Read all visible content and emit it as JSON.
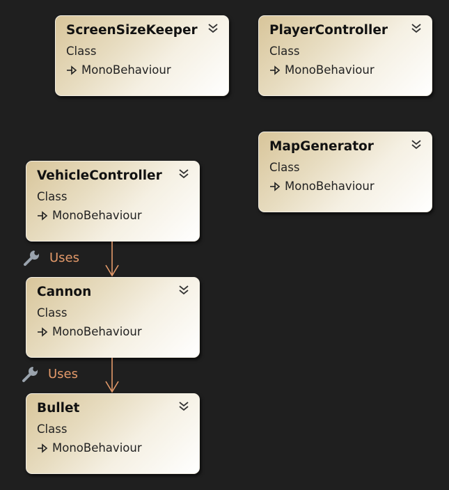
{
  "diagram": {
    "classes": [
      {
        "id": "screen-size-keeper",
        "name": "ScreenSizeKeeper",
        "kind": "Class",
        "base": "MonoBehaviour"
      },
      {
        "id": "player-controller",
        "name": "PlayerController",
        "kind": "Class",
        "base": "MonoBehaviour"
      },
      {
        "id": "map-generator",
        "name": "MapGenerator",
        "kind": "Class",
        "base": "MonoBehaviour"
      },
      {
        "id": "vehicle-controller",
        "name": "VehicleController",
        "kind": "Class",
        "base": "MonoBehaviour"
      },
      {
        "id": "cannon",
        "name": "Cannon",
        "kind": "Class",
        "base": "MonoBehaviour"
      },
      {
        "id": "bullet",
        "name": "Bullet",
        "kind": "Class",
        "base": "MonoBehaviour"
      }
    ],
    "associations": [
      {
        "from": "VehicleController",
        "to": "Cannon",
        "label": "Uses"
      },
      {
        "from": "Cannon",
        "to": "Bullet",
        "label": "Uses"
      }
    ],
    "colors": {
      "background": "#1f1f1f",
      "association": "#e49a6a",
      "box_border": "#f2eee3"
    },
    "icons": {
      "inherit": "inherit-arrow-icon",
      "collapse": "chevron-double-down-icon",
      "uses": "wrench-icon"
    }
  }
}
